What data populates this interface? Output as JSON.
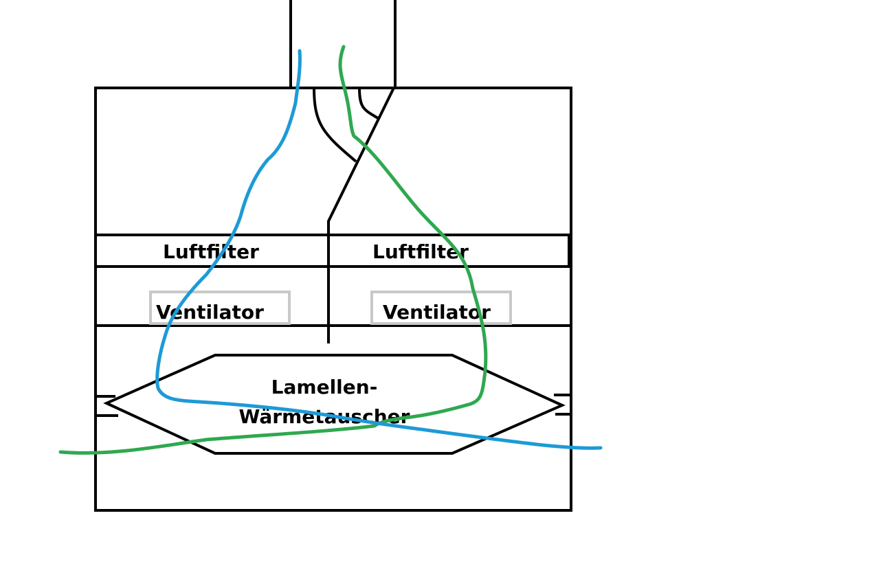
{
  "labels": {
    "filter_left": "Luftfilter",
    "filter_right": "Luftfilter",
    "fan_left": "Ventilator",
    "fan_right": "Ventilator",
    "exchanger_line1": "Lamellen-",
    "exchanger_line2": "Wärmetauscher"
  },
  "colors": {
    "outline": "#000000",
    "fan_box": "#c8c8c8",
    "flow_blue": "#1e9ad6",
    "flow_green": "#2fa84f",
    "background": "#ffffff"
  }
}
